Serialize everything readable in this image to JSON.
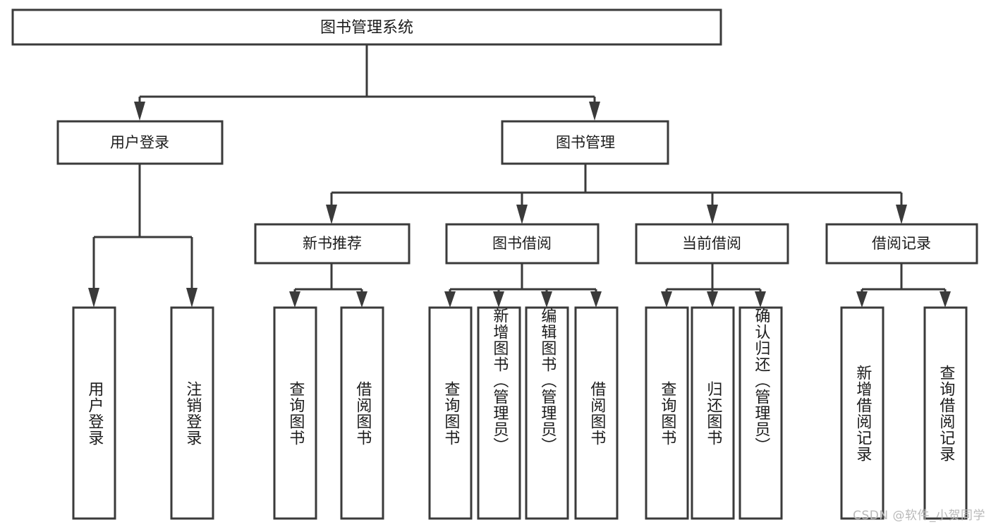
{
  "diagram": {
    "type": "tree-hierarchy",
    "title": "图书管理系统",
    "watermark": "CSDN @软件_小贺同学",
    "colors": {
      "stroke": "#3a3a3a",
      "fill": "#ffffff",
      "text": "#1c1c1c",
      "watermark": "#b9b9b9",
      "background": "#ffffff"
    },
    "levels": {
      "root": "图书管理系统",
      "level2": [
        "用户登录",
        "图书管理"
      ],
      "level3": [
        "新书推荐",
        "图书借阅",
        "当前借阅",
        "借阅记录"
      ]
    },
    "nodes": {
      "root": {
        "label": "图书管理系统"
      },
      "user_login": {
        "label": "用户登录"
      },
      "book_manage": {
        "label": "图书管理"
      },
      "new_book_rec": {
        "label": "新书推荐"
      },
      "book_borrow": {
        "label": "图书借阅"
      },
      "current_borrow": {
        "label": "当前借阅"
      },
      "borrow_record": {
        "label": "借阅记录"
      }
    },
    "leaves": [
      {
        "id": "leaf-user-login",
        "label": "用户登录",
        "parent": "用户登录"
      },
      {
        "id": "leaf-logout-login",
        "label": "注销登录",
        "parent": "用户登录"
      },
      {
        "id": "leaf-query-book-rec",
        "label": "查询图书",
        "parent": "新书推荐"
      },
      {
        "id": "leaf-borrow-book-rec",
        "label": "借阅图书",
        "parent": "新书推荐"
      },
      {
        "id": "leaf-query-book-borrow",
        "label": "查询图书",
        "parent": "图书借阅"
      },
      {
        "id": "leaf-add-book-admin",
        "label": "新增图书（管理员）",
        "parent": "图书借阅"
      },
      {
        "id": "leaf-edit-book-admin",
        "label": "编辑图书（管理员）",
        "parent": "图书借阅"
      },
      {
        "id": "leaf-borrow-book",
        "label": "借阅图书",
        "parent": "图书借阅"
      },
      {
        "id": "leaf-query-book-current",
        "label": "查询图书",
        "parent": "当前借阅"
      },
      {
        "id": "leaf-return-book",
        "label": "归还图书",
        "parent": "当前借阅"
      },
      {
        "id": "leaf-confirm-return-admin",
        "label": "确认归还（管理员）",
        "parent": "当前借阅"
      },
      {
        "id": "leaf-add-borrow-record",
        "label": "新增借阅记录",
        "parent": "借阅记录"
      },
      {
        "id": "leaf-query-borrow-record",
        "label": "查询借阅记录",
        "parent": "借阅记录"
      }
    ]
  }
}
